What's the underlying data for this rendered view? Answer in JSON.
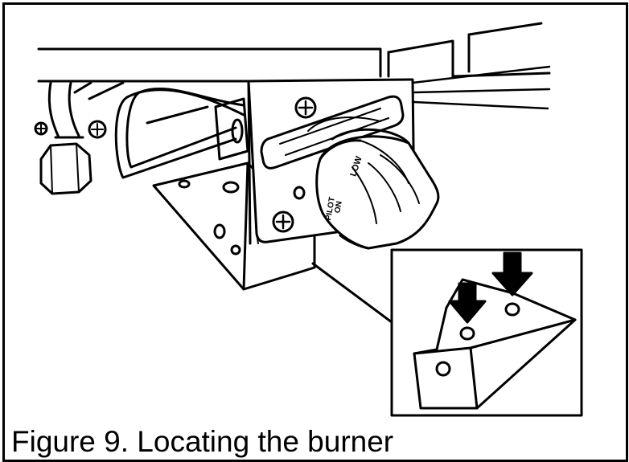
{
  "figure": {
    "caption": "Figure 9. Locating the burner",
    "knob": {
      "label_low": "LOW",
      "label_pilot": "PILOT",
      "label_on": "ON"
    }
  },
  "colors": {
    "line": "#000000",
    "background": "#ffffff"
  }
}
